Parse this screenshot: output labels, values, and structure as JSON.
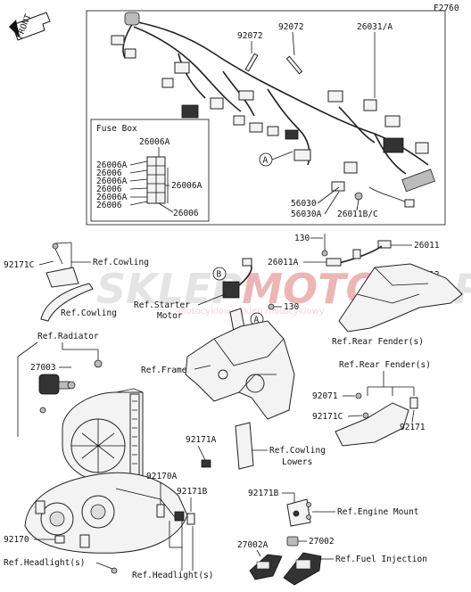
{
  "diagram_code": "F2760",
  "front_label": "FRONT",
  "watermark": {
    "part1": "SKLEP",
    "part2": "MOTO",
    "part3": "46",
    "part4": ".PL",
    "sub": "Motocyklowy sklep motocyklowy"
  },
  "fuse_box": {
    "title": "Fuse Box",
    "parts": {
      "top": "26006A",
      "right": "26006A",
      "bottom": "26006"
    },
    "left_list": [
      "26006A",
      "26006",
      "26006A",
      "26006",
      "26006A",
      "26006"
    ]
  },
  "labels": {
    "p92072a": "92072",
    "p92072b": "92072",
    "p26031": "26031/A",
    "circleA_top": "A",
    "p56030": "56030",
    "p56030a": "56030A",
    "p26011bc": "26011B/C",
    "p130_top": "130",
    "p26011": "26011",
    "p26011a": "26011A",
    "p26012": "26012",
    "p92171c_top": "92171C",
    "ref_cowling_1": "Ref.Cowling",
    "ref_cowling_2": "Ref.Cowling",
    "circleB": "B",
    "ref_starter": "Ref.Starter",
    "ref_starter_2": "Motor",
    "circleA_mid": "A",
    "p130_mid": "130",
    "ref_rear_fender_1": "Ref.Rear Fender(s)",
    "ref_radiator": "Ref.Radiator",
    "p27003": "27003",
    "ref_frame": "Ref.Frame",
    "ref_rear_fender_2": "Ref.Rear Fender(s)",
    "p92071": "92071",
    "p92171c_right": "92171C",
    "p92171": "92171",
    "p92171a": "92171A",
    "ref_cowling_lowers_1": "Ref.Cowling",
    "ref_cowling_lowers_2": "Lowers",
    "p92170a": "92170A",
    "p92171b_mid": "92171B",
    "p92171b_right": "92171B",
    "ref_engine_mount": "Ref.Engine Mount",
    "p92170": "92170",
    "p27002a": "27002A",
    "p27002": "27002",
    "ref_fuel_injection": "Ref.Fuel Injection",
    "ref_headlight_1": "Ref.Headlight(s)",
    "ref_headlight_2": "Ref.Headlight(s)"
  }
}
